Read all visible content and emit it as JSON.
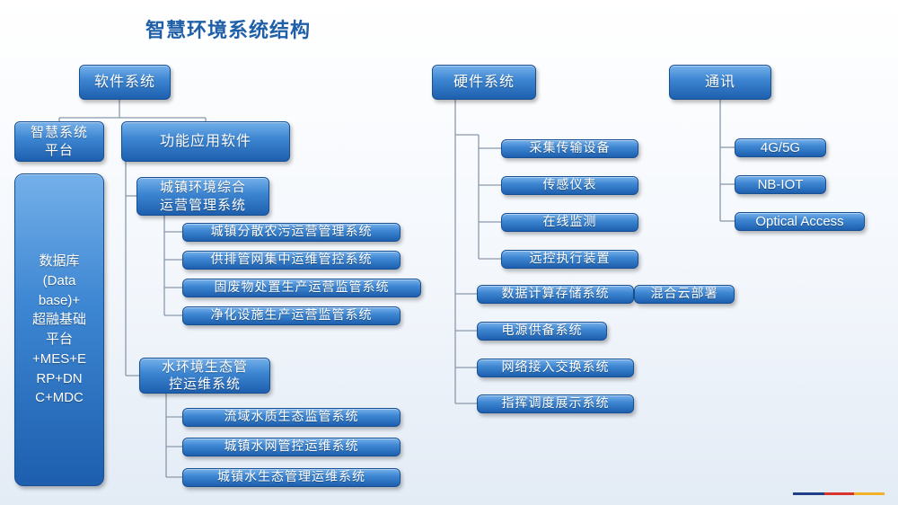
{
  "title": "智慧环境系统结构",
  "software": {
    "label": "软件系统",
    "platform": {
      "lines": [
        "智慧系统",
        "平台"
      ]
    },
    "database": {
      "lines": [
        "数据库",
        "(Data",
        "base)+",
        "超融基础",
        "平台",
        "+MES+E",
        "RP+DN",
        "C+MDC"
      ]
    },
    "apps": {
      "label": "功能应用软件",
      "urban": {
        "lines": [
          "城镇环境综合",
          "运营管理系统"
        ],
        "items": [
          "城镇分散农污运营管理系统",
          "供排管网集中运维管控系统",
          "固废物处置生产运营监管系统",
          "净化设施生产运营监管系统"
        ]
      },
      "water": {
        "lines": [
          "水环境生态管",
          "控运维系统"
        ],
        "items": [
          "流域水质生态监管系统",
          "城镇水网管控运维系统",
          "城镇水生态管理运维系统"
        ]
      }
    }
  },
  "hardware": {
    "label": "硬件系统",
    "items": [
      "采集传输设备",
      "传感仪表",
      "在线监测",
      "远控执行装置",
      "数据计算存储系统",
      "电源供备系统",
      "网络接入交换系统",
      "指挥调度展示系统"
    ],
    "cloud": "混合云部署"
  },
  "comm": {
    "label": "通讯",
    "items": [
      "4G/5G",
      "NB-IOT",
      "Optical Access"
    ]
  },
  "colors": {
    "title": "#1f5fa8",
    "box_top": "#74b0ea",
    "box_bottom": "#1d5fae",
    "connector": "#8b99ab",
    "footer": [
      "#1f3f87",
      "#d9342b",
      "#f1b227"
    ]
  }
}
